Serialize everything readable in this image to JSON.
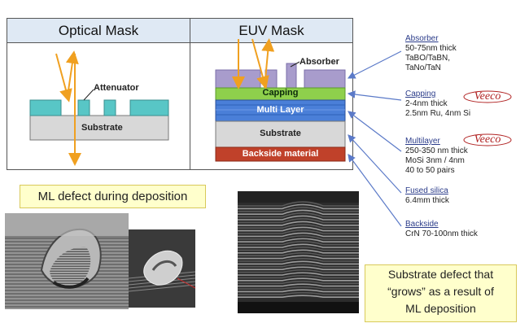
{
  "headers": {
    "optical": "Optical Mask",
    "euv": "EUV Mask"
  },
  "optical": {
    "attenuator": "Attenuator",
    "substrate": "Substrate"
  },
  "euv": {
    "absorber_label": "Absorber",
    "layers": {
      "capping": "Capping",
      "multilayer": "Multi Layer",
      "substrate": "Substrate",
      "backside": "Backside material"
    }
  },
  "specs": [
    {
      "head": "Absorber",
      "lines": [
        "50-75nm thick",
        "TaBO/TaBN,",
        "TaNo/TaN"
      ]
    },
    {
      "head": "Capping",
      "lines": [
        "2-4nm thick",
        "2.5nm Ru, 4nm Si"
      ]
    },
    {
      "head": "Multilayer",
      "lines": [
        "250-350 nm thick",
        "MoSi 3nm / 4nm",
        "40 to 50 pairs"
      ]
    },
    {
      "head": "Fused silica",
      "lines": [
        "6.4mm thick"
      ]
    },
    {
      "head": "Backside",
      "lines": [
        "CrN 70-100nm thick"
      ]
    }
  ],
  "veeco": "Veeco",
  "callouts": {
    "ml_defect": "ML defect during deposition",
    "substrate_defect": [
      "Substrate defect that",
      "“grows” as a result of",
      "ML deposition"
    ]
  },
  "colors": {
    "header_bg": "#dfe9f4",
    "absorber": "#a89ccc",
    "capping": "#8ed04c",
    "multilayer": "#4a7fd8",
    "substrate": "#d8d8d8",
    "backside": "#c0412a",
    "attenuator": "#58c6c6",
    "arrow": "#f0a020",
    "connector": "#5b7ac8",
    "callout_bg": "#ffffcc",
    "veeco": "#b02020"
  }
}
